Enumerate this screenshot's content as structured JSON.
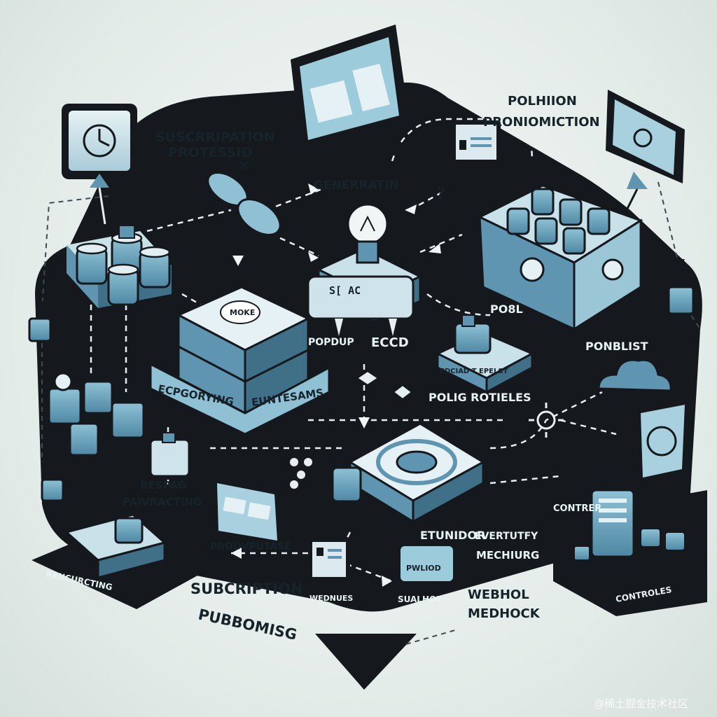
{
  "labels": {
    "subscription_processing": [
      "SUSCRRIPATION",
      "PROTESSIO"
    ],
    "generation": "GENERRATIN",
    "promotion": [
      "POLHIION",
      "PRONIOMICTION"
    ],
    "make": "MOKE",
    "popdup": "POPDUP",
    "ecd": "ECCD",
    "poel": "PO8L",
    "ponblist": "PONBLIST",
    "stac": "S[ AC",
    "everything": "ECPGORYING",
    "events": "EUNTESAMS",
    "eroad_typest": "EDCIAD T EPELST",
    "policy_routes": "POLIG ROTIELES",
    "respag": [
      "RESPAG",
      "PAIVRACTING"
    ],
    "etunidor": "ETUNIDOR",
    "everything_mech": [
      "EVERTUTFY",
      "MECHIURG"
    ],
    "contrer": "CONTRER",
    "rencurcting": "RENCURCTING",
    "prodvputase": "PRODVPUTASE",
    "wenuues": "WEDNUES",
    "pwlod": "PWLIOD",
    "sualhok": "SUALHOK",
    "subscription_promising": [
      "SUBCRIPTION",
      "PUBBOMISG"
    ],
    "webhook_mech": [
      "WEBHOL",
      "MEDHOCK"
    ],
    "controles": "CONTROLES"
  },
  "watermark": "@稀土掘金技术社区",
  "colors": {
    "dark": "#15191d",
    "accent": "#6fa5bf",
    "light": "#c3dde6",
    "mid": "#4a7b94"
  },
  "icons": [
    "monitor-icon",
    "lightbulb-icon",
    "database-icon",
    "server-icon",
    "cloud-icon",
    "gear-icon",
    "question-icon",
    "cube-icon",
    "tablet-icon",
    "network-icon"
  ]
}
